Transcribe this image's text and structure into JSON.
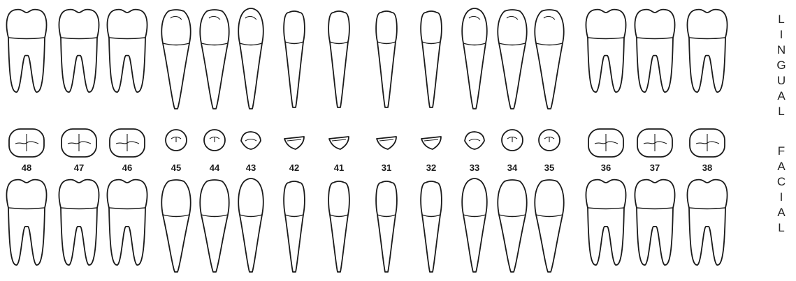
{
  "teeth": [
    {
      "number": "48",
      "kind": "molar"
    },
    {
      "number": "47",
      "kind": "molar"
    },
    {
      "number": "46",
      "kind": "molar"
    },
    {
      "number": "45",
      "kind": "premolar"
    },
    {
      "number": "44",
      "kind": "premolar"
    },
    {
      "number": "43",
      "kind": "canine"
    },
    {
      "number": "42",
      "kind": "incisor"
    },
    {
      "number": "41",
      "kind": "incisor"
    },
    {
      "number": "31",
      "kind": "incisor"
    },
    {
      "number": "32",
      "kind": "incisor"
    },
    {
      "number": "33",
      "kind": "canine"
    },
    {
      "number": "34",
      "kind": "premolar"
    },
    {
      "number": "35",
      "kind": "premolar"
    },
    {
      "number": "36",
      "kind": "molar"
    },
    {
      "number": "37",
      "kind": "molar"
    },
    {
      "number": "38",
      "kind": "molar"
    }
  ],
  "side_labels": {
    "lingual": "LINGUAL",
    "facial": "FACIAL"
  }
}
